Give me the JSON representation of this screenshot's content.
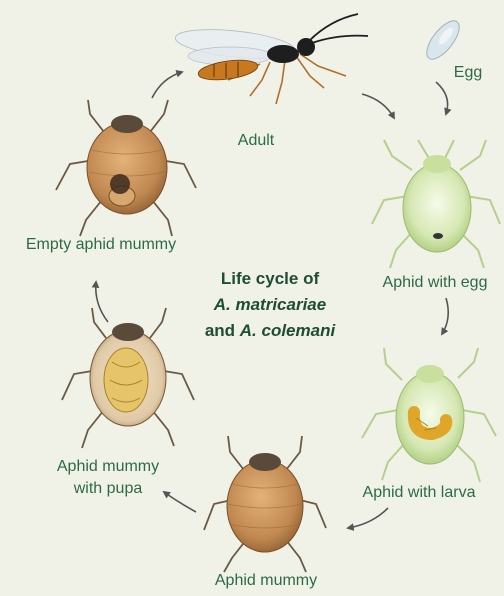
{
  "title": {
    "line1": "Life cycle of",
    "line2": "A. matricariae",
    "line3_prefix": "and ",
    "line3_species": "A. colemani"
  },
  "stages": {
    "adult": "Adult",
    "egg": "Egg",
    "aphid_with_egg": "Aphid with egg",
    "aphid_with_larva": "Aphid with larva",
    "aphid_mummy": "Aphid mummy",
    "aphid_mummy_with_pupa_line1": "Aphid mummy",
    "aphid_mummy_with_pupa_line2": "with pupa",
    "empty_aphid_mummy": "Empty aphid mummy"
  },
  "colors": {
    "background": "#f0f2e8",
    "label_text": "#2c6b45",
    "title_text": "#1f4d33",
    "arrow": "#555555",
    "mummy_body": "#c8955a",
    "live_aphid": "#cfe3a8",
    "wasp_body": "#1e1e1e",
    "wasp_abdomen": "#c8781e"
  },
  "icons": [
    "adult-wasp-icon",
    "egg-icon",
    "aphid-with-egg-icon",
    "aphid-with-larva-icon",
    "aphid-mummy-icon",
    "aphid-mummy-with-pupa-icon",
    "empty-aphid-mummy-icon",
    "cycle-arrow-icon"
  ]
}
